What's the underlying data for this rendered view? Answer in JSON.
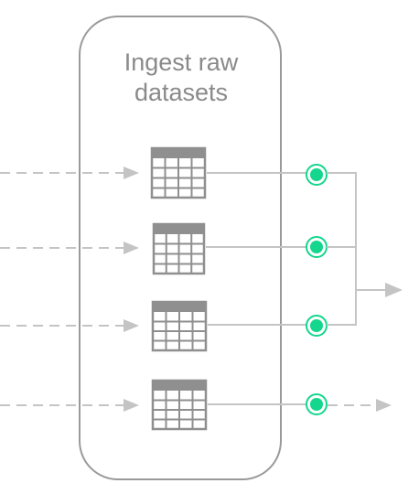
{
  "stage": {
    "title_line1": "Ingest raw",
    "title_line2": "datasets"
  },
  "datasets": [
    {
      "input": "dashed-arrow",
      "icon": "table-icon",
      "output": "merged"
    },
    {
      "input": "dashed-arrow",
      "icon": "table-icon",
      "output": "merged"
    },
    {
      "input": "dashed-arrow",
      "icon": "table-icon",
      "output": "merged"
    },
    {
      "input": "dashed-arrow",
      "icon": "table-icon",
      "output": "dashed-arrow"
    }
  ],
  "colors": {
    "line": "#c4c4c4",
    "box_border": "#9a9a9a",
    "icon": "#8f8f8f",
    "node": "#14d68c",
    "text": "#8a8a8a"
  }
}
